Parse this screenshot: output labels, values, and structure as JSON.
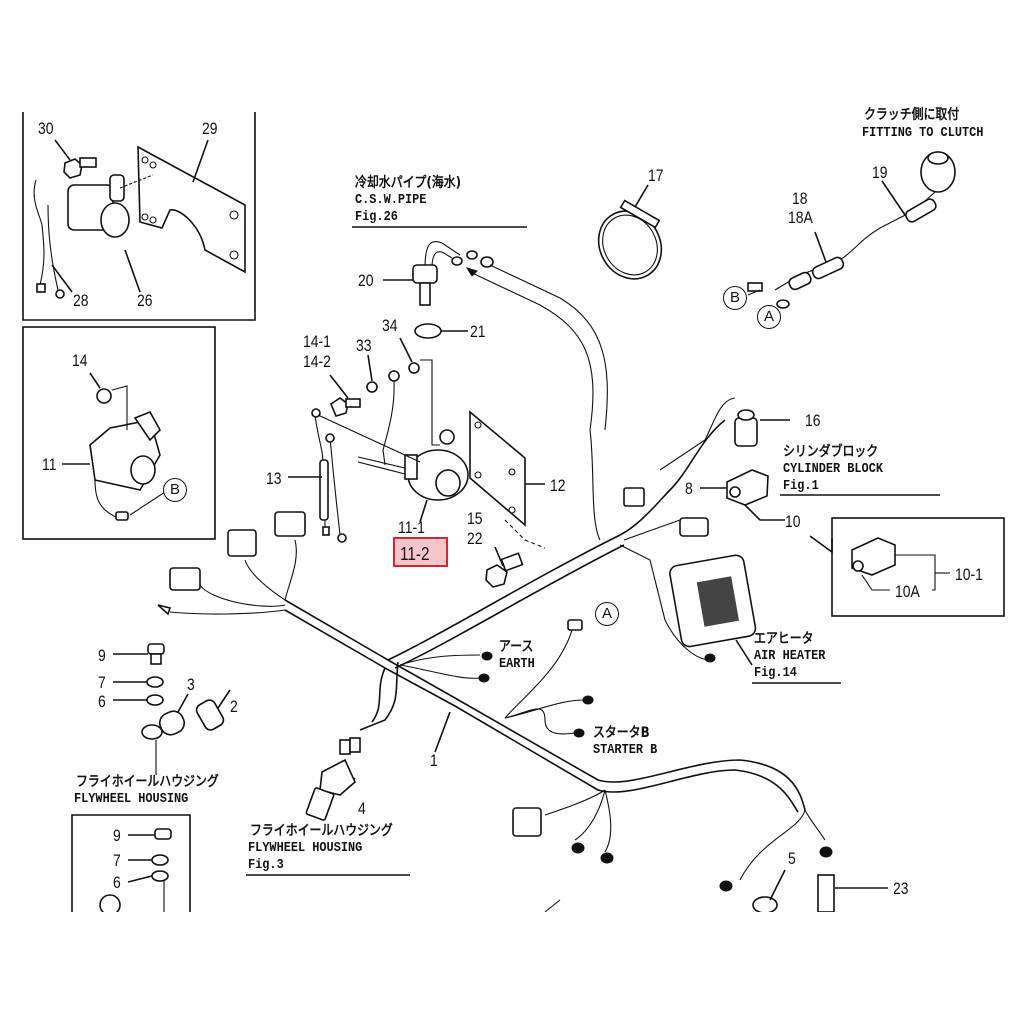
{
  "diagram": {
    "title": "Wire harness exploded parts view",
    "highlight_color": "#d9272e",
    "highlight_fill": "#f7c6c9",
    "highlighted_part": "11-2",
    "inset_solenoid_bracket": {
      "parts": [
        "30",
        "29",
        "28",
        "26"
      ]
    },
    "inset_solenoid": {
      "parts": [
        "14",
        "11"
      ],
      "connector": "B"
    },
    "inset_sensor": {
      "parts": [
        "10-1",
        "10A"
      ]
    },
    "inset_ground": {
      "parts": [
        "9",
        "7",
        "6"
      ]
    },
    "part_numbers": {
      "p30": "30",
      "p29": "29",
      "p28": "28",
      "p26": "26",
      "p14": "14",
      "p11": "11",
      "p20": "20",
      "p21": "21",
      "p34": "34",
      "p33": "33",
      "p14_1": "14-1",
      "p14_2": "14-2",
      "p13": "13",
      "p12": "12",
      "p11_1": "11-1",
      "p11_2": "11-2",
      "p15": "15",
      "p22": "22",
      "p17": "17",
      "p18": "18",
      "p18A": "18A",
      "p19": "19",
      "p16": "16",
      "p8": "8",
      "p10": "10",
      "p10_1": "10-1",
      "p10A": "10A",
      "p9": "9",
      "p7": "7",
      "p6": "6",
      "p3": "3",
      "p2": "2",
      "p1": "1",
      "p4": "4",
      "p5": "5",
      "p23": "23",
      "p9b": "9",
      "p7b": "7",
      "p6b": "6"
    },
    "connector_refs": {
      "A": "A",
      "B": "B"
    },
    "captions": {
      "csw_pipe_jp": "冷却水パイプ(海水)",
      "csw_pipe_en": "C.S.W.PIPE",
      "csw_pipe_fig": "Fig.26",
      "clutch_jp": "クラッチ側に取付",
      "clutch_en": "FITTING TO CLUTCH",
      "cyl_jp": "シリンダブロック",
      "cyl_en": "CYLINDER BLOCK",
      "cyl_fig": "Fig.1",
      "heater_jp": "エアヒータ",
      "heater_en": "AIR HEATER",
      "heater_fig": "Fig.14",
      "earth_jp": "アース",
      "earth_en": "EARTH",
      "starter_jp": "スタータB",
      "starter_en": "STARTER B",
      "fw1_jp": "フライホイールハウジング",
      "fw1_en": "FLYWHEEL HOUSING",
      "fw2_jp": "フライホイールハウジング",
      "fw2_en": "FLYWHEEL HOUSING",
      "fw2_fig": "Fig.3"
    }
  }
}
